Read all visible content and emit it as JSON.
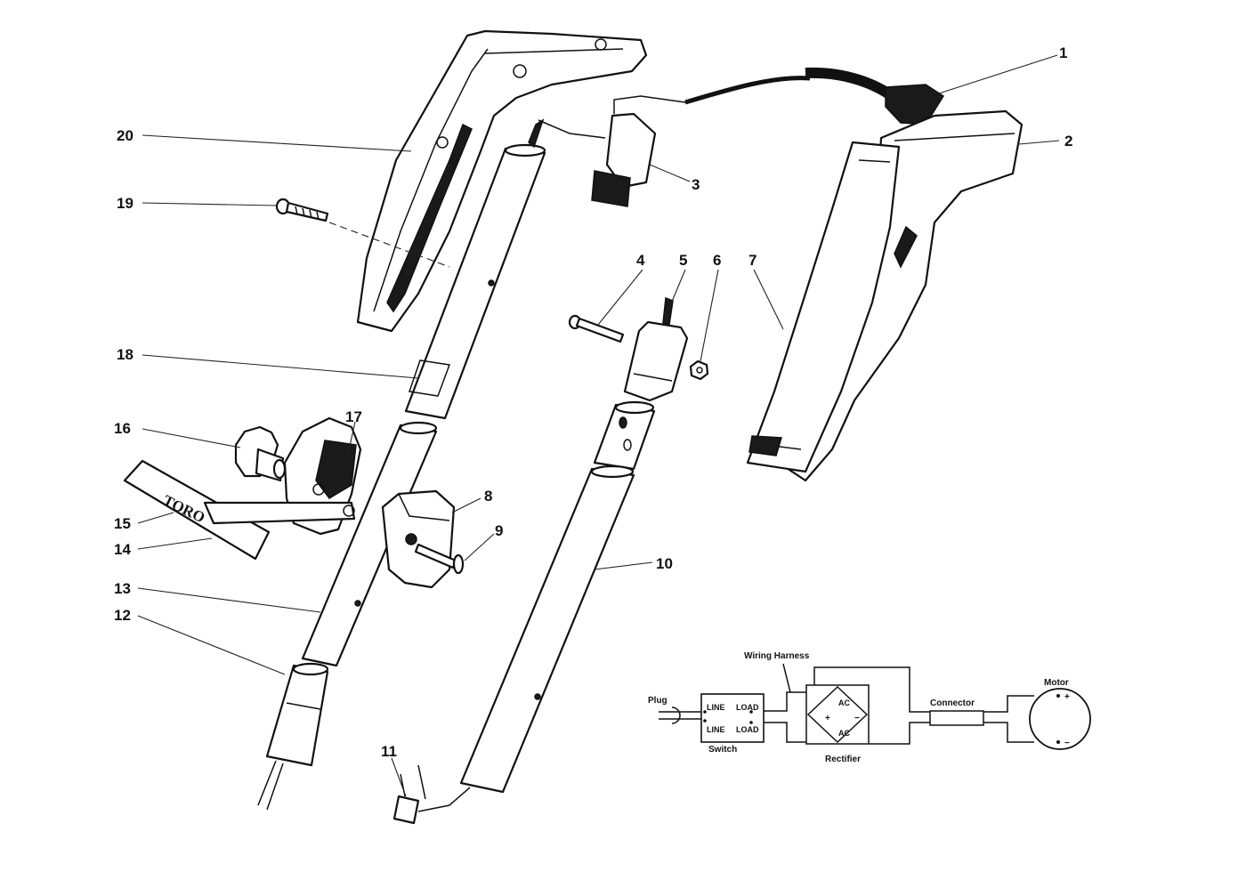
{
  "callouts": {
    "c1": "1",
    "c2": "2",
    "c3": "3",
    "c4": "4",
    "c5": "5",
    "c6": "6",
    "c7": "7",
    "c8": "8",
    "c9": "9",
    "c10": "10",
    "c11": "11",
    "c12": "12",
    "c13": "13",
    "c14": "14",
    "c15": "15",
    "c16": "16",
    "c17": "17",
    "c18": "18",
    "c19": "19",
    "c20": "20"
  },
  "brand_mark": "TORO",
  "wiring": {
    "harness": "Wiring Harness",
    "plug": "Plug",
    "line1": "LINE",
    "line2": "LINE",
    "load1": "LOAD",
    "load2": "LOAD",
    "switch": "Switch",
    "ac1": "AC",
    "ac2": "AC",
    "plus": "+",
    "minus": "−",
    "rectifier": "Rectifier",
    "connector": "Connector",
    "motor": "Motor",
    "motor_plus": "+",
    "motor_minus": "−"
  }
}
